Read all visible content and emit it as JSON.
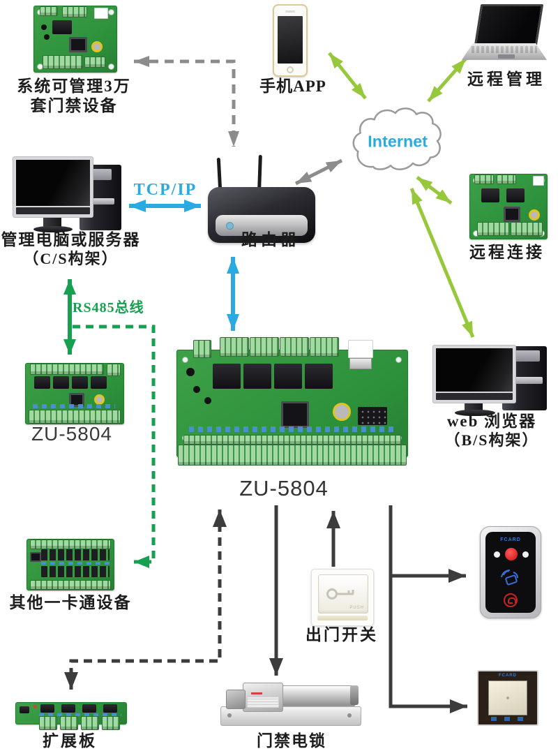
{
  "nodes": {
    "sys_board": {
      "label1": "系统可管理3万",
      "label2": "套门禁设备"
    },
    "phone": {
      "label": "手机APP"
    },
    "laptop": {
      "label": "远程管理"
    },
    "internet": {
      "label": "Internet"
    },
    "server": {
      "label1": "管理电脑或服务器",
      "label2": "（C/S构架）"
    },
    "router": {
      "label": "路由器"
    },
    "remote_board": {
      "label": "远程连接"
    },
    "zu5804_left": {
      "label": "ZU-5804"
    },
    "zu5804_main": {
      "label": "ZU-5804"
    },
    "web_browser": {
      "label1": "web 浏览器",
      "label2": "（B/S构架）"
    },
    "other_card": {
      "label": "其他一卡通设备"
    },
    "expansion": {
      "label": "扩展板"
    },
    "exit_switch": {
      "label": "出门开关",
      "button_text": "PUSH"
    },
    "door_lock": {
      "label": "门禁电锁"
    },
    "card_reader": {
      "brand": "FCARD"
    },
    "qr_reader": {
      "brand": "FCARD"
    }
  },
  "edges": {
    "tcp_ip": {
      "label": "TCP/IP"
    },
    "rs485": {
      "label": "RS485总线"
    }
  },
  "connections": [
    {
      "from": "phone",
      "to": "sys_board",
      "color": "#8c8c8c",
      "style": "dashed",
      "arrows": "both"
    },
    {
      "from": "phone",
      "to": "router",
      "color": "#8c8c8c",
      "style": "dashed",
      "arrows": "both"
    },
    {
      "from": "router",
      "to": "internet",
      "color": "#8c8c8c",
      "style": "solid",
      "arrows": "both"
    },
    {
      "from": "phone",
      "to": "internet",
      "color": "#97c83c",
      "style": "solid",
      "arrows": "both"
    },
    {
      "from": "laptop",
      "to": "internet",
      "color": "#97c83c",
      "style": "solid",
      "arrows": "both"
    },
    {
      "from": "internet",
      "to": "remote_board",
      "color": "#97c83c",
      "style": "solid",
      "arrows": "both"
    },
    {
      "from": "internet",
      "to": "web_browser",
      "color": "#97c83c",
      "style": "solid",
      "arrows": "both"
    },
    {
      "from": "server",
      "to": "router",
      "label": "TCP/IP",
      "color": "#29abe2",
      "style": "solid",
      "arrows": "both"
    },
    {
      "from": "router",
      "to": "zu5804_main",
      "color": "#29abe2",
      "style": "solid",
      "arrows": "both"
    },
    {
      "from": "server",
      "to": "zu5804_left",
      "label": "RS485总线",
      "color": "#16a04f",
      "style": "solid",
      "arrows": "both"
    },
    {
      "from": "rs485_bus",
      "to": "other_card",
      "color": "#16a04f",
      "style": "dashed",
      "arrows": "end"
    },
    {
      "from": "zu5804_main",
      "to": "expansion",
      "color": "#3c3c3c",
      "style": "dashed",
      "arrows": "both"
    },
    {
      "from": "zu5804_main",
      "to": "door_lock",
      "color": "#3c3c3c",
      "style": "solid",
      "arrows": "end"
    },
    {
      "from": "exit_switch",
      "to": "zu5804_main",
      "color": "#3c3c3c",
      "style": "solid",
      "arrows": "end"
    },
    {
      "from": "zu5804_main",
      "to": "card_reader",
      "color": "#3c3c3c",
      "style": "solid",
      "arrows": "end"
    },
    {
      "from": "zu5804_main",
      "to": "qr_reader",
      "color": "#3c3c3c",
      "style": "solid",
      "arrows": "end"
    }
  ],
  "colors": {
    "green_arrow": "#97c83c",
    "dark_green": "#16a04f",
    "cyan": "#29abe2",
    "gray": "#8c8c8c",
    "black_line": "#3c3c3c",
    "internet_text": "#29abe2",
    "pcb_green": "#35a043"
  }
}
